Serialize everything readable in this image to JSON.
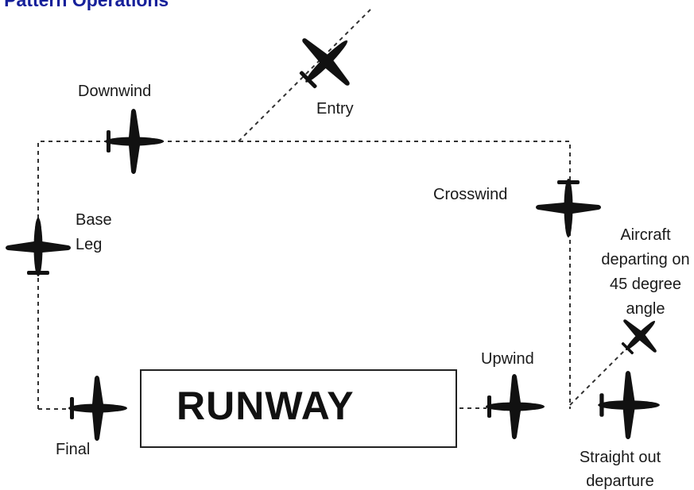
{
  "title": "c Pattern Operations",
  "runway_label": "RUNWAY",
  "legs": {
    "downwind": "Downwind",
    "entry": "Entry",
    "crosswind": "Crosswind",
    "base_line1": "Base",
    "base_line2": "Leg",
    "final": "Final",
    "upwind": "Upwind",
    "departing_45": [
      "Aircraft",
      "departing on",
      "45 degree",
      "angle"
    ],
    "straight_out": [
      "Straight out",
      "departure"
    ]
  },
  "icons": {
    "aircraft": "airplane-icon"
  }
}
